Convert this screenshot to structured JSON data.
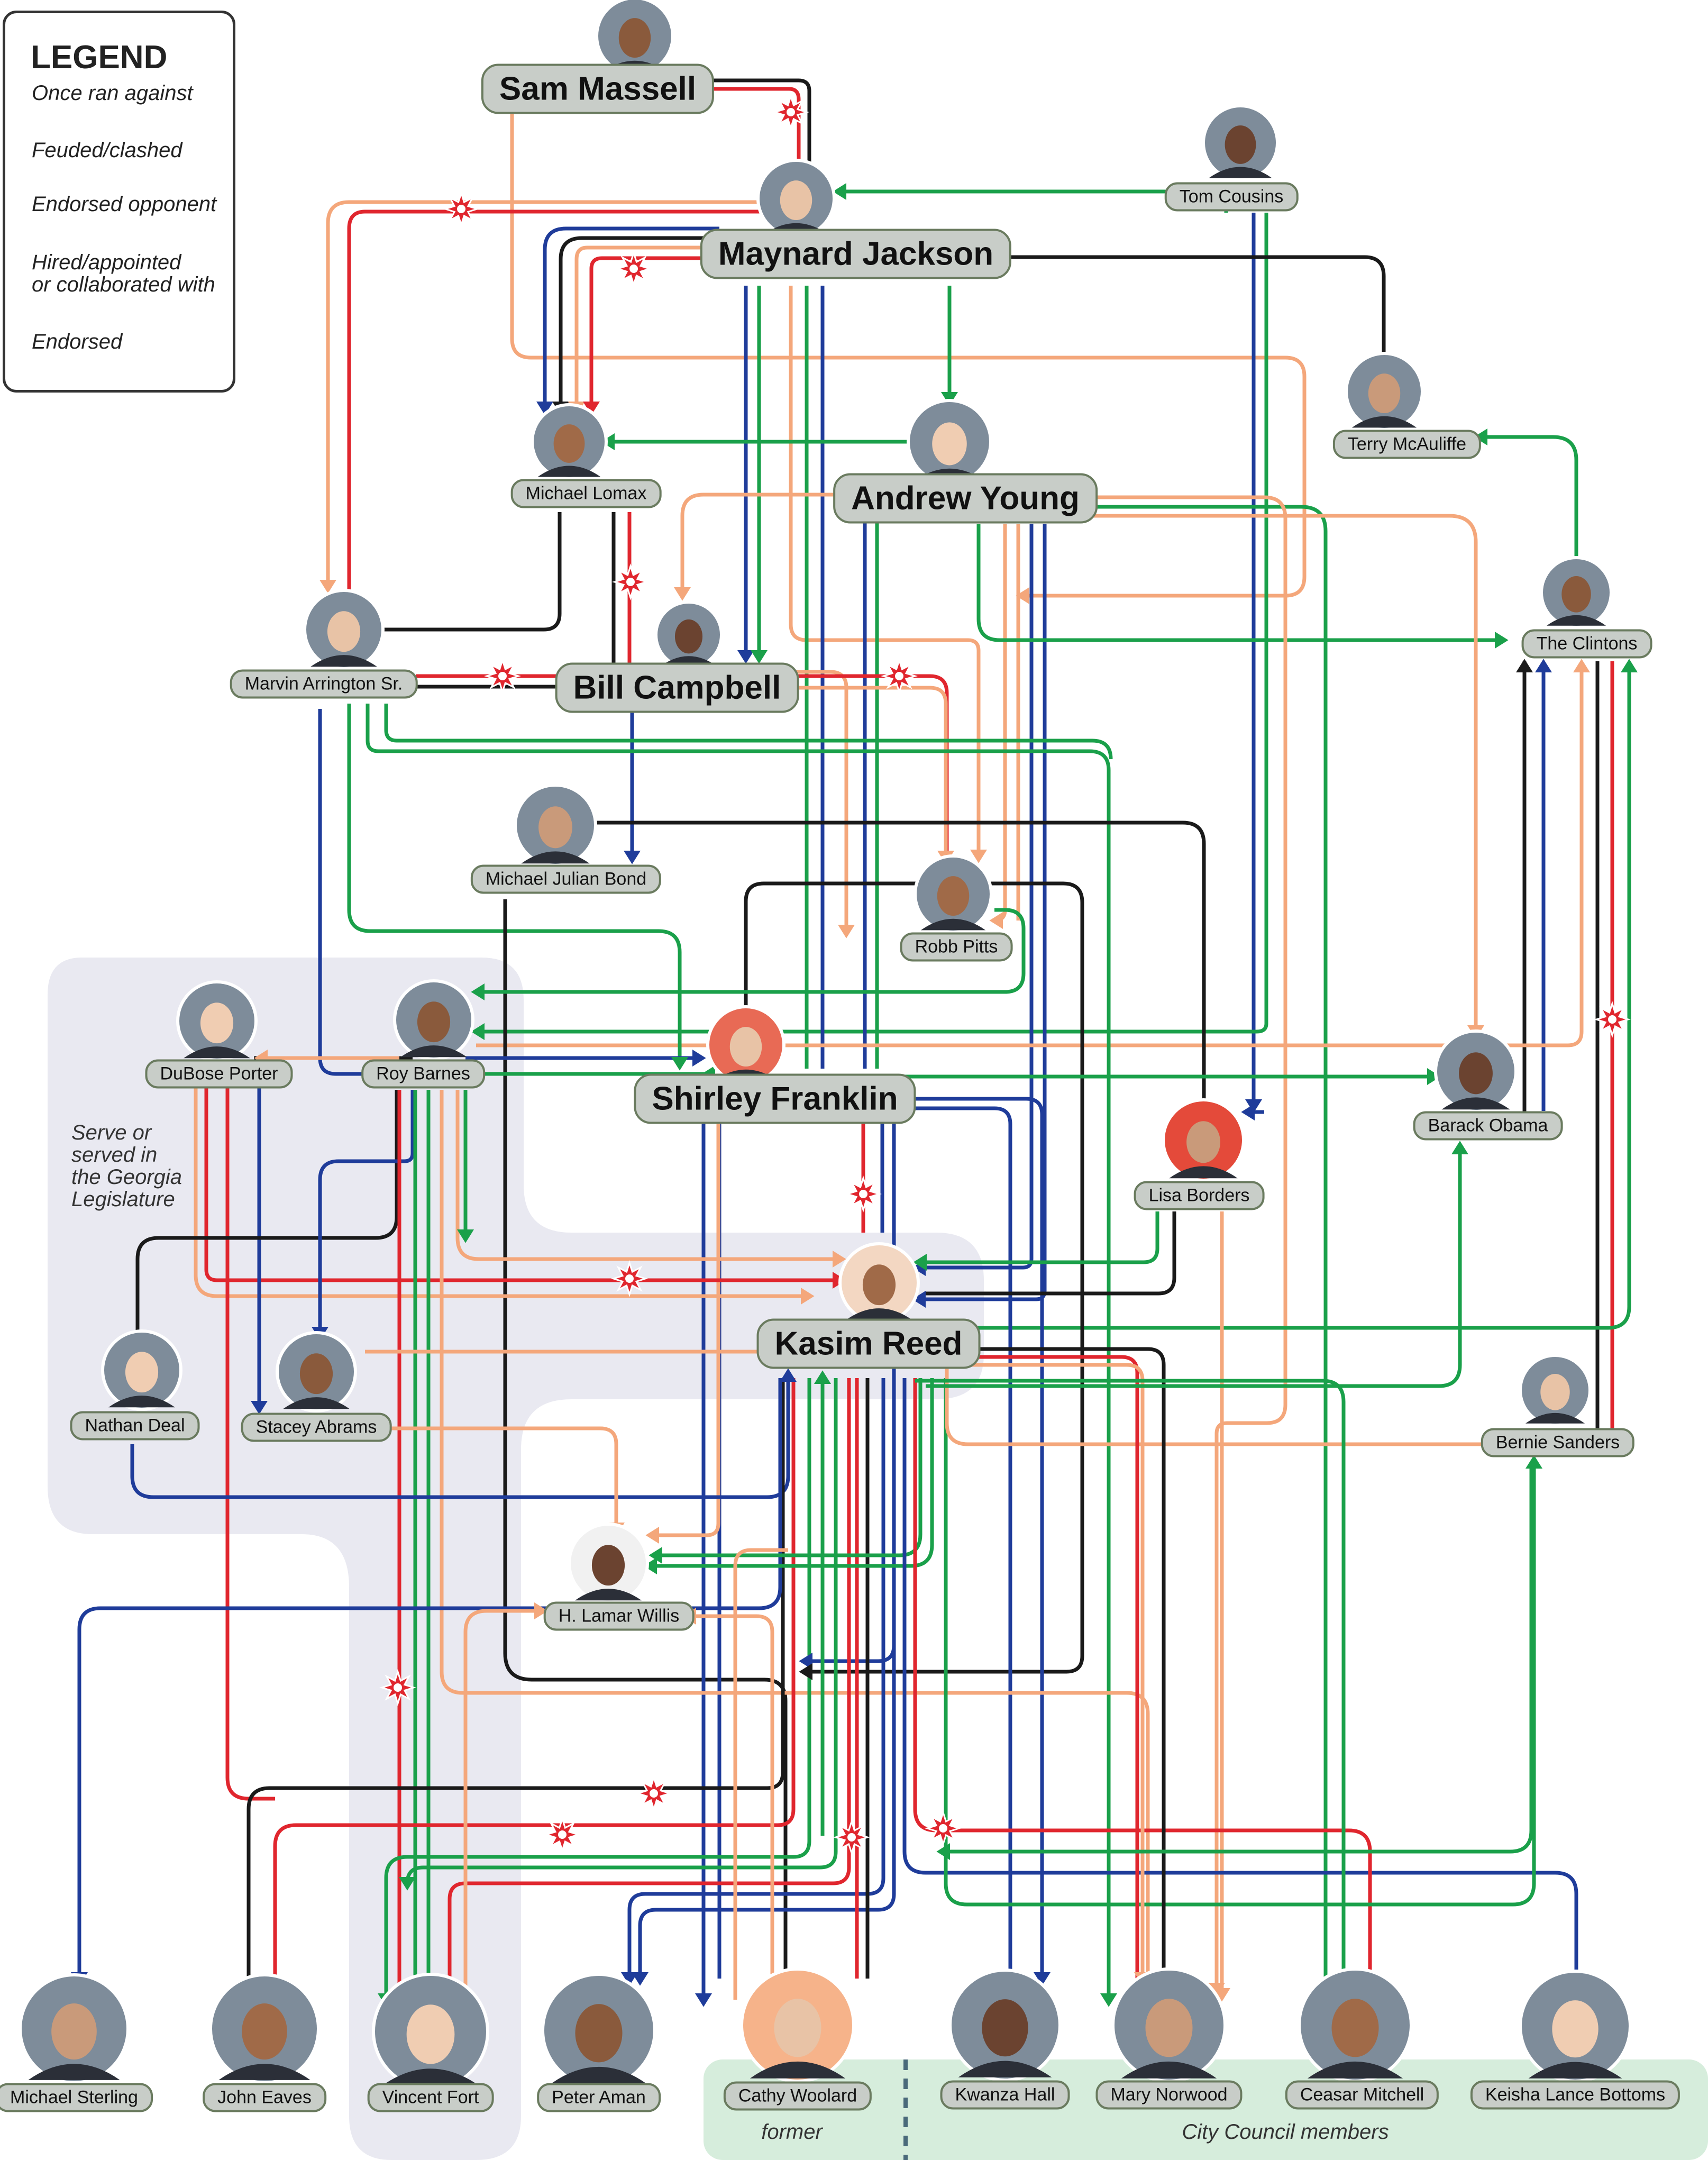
{
  "legend": {
    "title": "LEGEND",
    "items": [
      {
        "label": "Once ran against",
        "color": "#1a1a1a"
      },
      {
        "label": "Feuded/clashed",
        "color": "#e0262e"
      },
      {
        "label": "Endorsed opponent",
        "color": "#f4a77b"
      },
      {
        "label": "Hired/appointed or collaborated with",
        "line1": "Hired/appointed",
        "line2": "or collaborated with",
        "color": "#1f3c9a"
      },
      {
        "label": "Endorsed",
        "color": "#1aa04a"
      }
    ]
  },
  "region_label": {
    "line1": "Serve or",
    "line2": "served in",
    "line3": "the Georgia",
    "line4": "Legislature"
  },
  "group_labels": {
    "former": "former",
    "council": "City Council members"
  },
  "colors": {
    "pill_fill": "#c8cdc8",
    "pill_border": "#6a7b5f",
    "region": "#e9e9f1",
    "council_band": "#d6eddc"
  },
  "people": [
    {
      "id": "sam",
      "name": "Sam Massell",
      "size": "large"
    },
    {
      "id": "maynard",
      "name": "Maynard Jackson",
      "size": "large"
    },
    {
      "id": "tom",
      "name": "Tom Cousins",
      "size": "small"
    },
    {
      "id": "terry",
      "name": "Terry McAuliffe",
      "size": "small"
    },
    {
      "id": "lomax",
      "name": "Michael Lomax",
      "size": "small"
    },
    {
      "id": "young",
      "name": "Andrew Young",
      "size": "large"
    },
    {
      "id": "clintons",
      "name": "The Clintons",
      "size": "small"
    },
    {
      "id": "marvin",
      "name": "Marvin Arrington Sr.",
      "size": "small"
    },
    {
      "id": "campbell",
      "name": "Bill Campbell",
      "size": "large"
    },
    {
      "id": "bond",
      "name": "Michael Julian Bond",
      "size": "small"
    },
    {
      "id": "pitts",
      "name": "Robb Pitts",
      "size": "small"
    },
    {
      "id": "dubose",
      "name": "DuBose Porter",
      "size": "small"
    },
    {
      "id": "barnes",
      "name": "Roy Barnes",
      "size": "small"
    },
    {
      "id": "shirley",
      "name": "Shirley Franklin",
      "size": "large"
    },
    {
      "id": "obama",
      "name": "Barack Obama",
      "size": "small"
    },
    {
      "id": "borders",
      "name": "Lisa Borders",
      "size": "small"
    },
    {
      "id": "reed",
      "name": "Kasim Reed",
      "size": "large"
    },
    {
      "id": "deal",
      "name": "Nathan Deal",
      "size": "small"
    },
    {
      "id": "abrams",
      "name": "Stacey Abrams",
      "size": "small"
    },
    {
      "id": "bernie",
      "name": "Bernie Sanders",
      "size": "small"
    },
    {
      "id": "willis",
      "name": "H. Lamar Willis",
      "size": "small"
    },
    {
      "id": "sterling",
      "name": "Michael Sterling",
      "size": "small"
    },
    {
      "id": "eaves",
      "name": "John Eaves",
      "size": "small"
    },
    {
      "id": "fort",
      "name": "Vincent Fort",
      "size": "small"
    },
    {
      "id": "aman",
      "name": "Peter Aman",
      "size": "small"
    },
    {
      "id": "woolard",
      "name": "Cathy Woolard",
      "size": "small"
    },
    {
      "id": "hall",
      "name": "Kwanza Hall",
      "size": "small"
    },
    {
      "id": "norwood",
      "name": "Mary Norwood",
      "size": "small"
    },
    {
      "id": "mitchell",
      "name": "Ceasar Mitchell",
      "size": "small"
    },
    {
      "id": "bottoms",
      "name": "Keisha Lance Bottoms",
      "size": "small"
    }
  ]
}
